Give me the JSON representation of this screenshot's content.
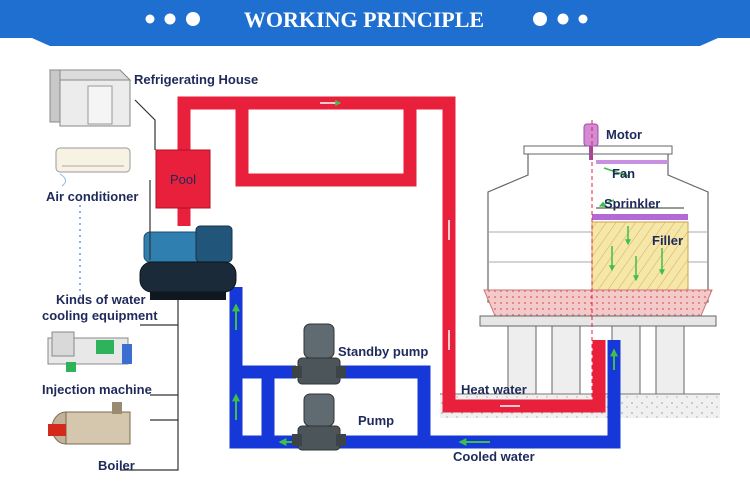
{
  "header": {
    "title": "WORKING PRINCIPLE",
    "bg_color": "#1e6fd0"
  },
  "colors": {
    "hot_pipe": "#e8203c",
    "cold_pipe": "#1638d8",
    "flow_arrow": "#3fbf4a",
    "tower_filler": "#f5e7a8",
    "tower_basin": "#f2c4c4"
  },
  "equipment": {
    "refrigerating_house": "Refrigerating House",
    "air_conditioner": "Air conditioner",
    "kinds_of_water_line1": "Kinds of water",
    "kinds_of_water_line2": "cooling equipment",
    "injection_machine": "Injection machine",
    "boiler": "Boiler",
    "pool": "Pool"
  },
  "pumps": {
    "standby_pump": "Standby pump",
    "pump": "Pump"
  },
  "tower": {
    "motor": "Motor",
    "fan": "Fan",
    "sprinkler": "Sprinkler",
    "filler": "Filler"
  },
  "flows": {
    "heat_water": "Heat water",
    "cooled_water": "Cooled water"
  }
}
